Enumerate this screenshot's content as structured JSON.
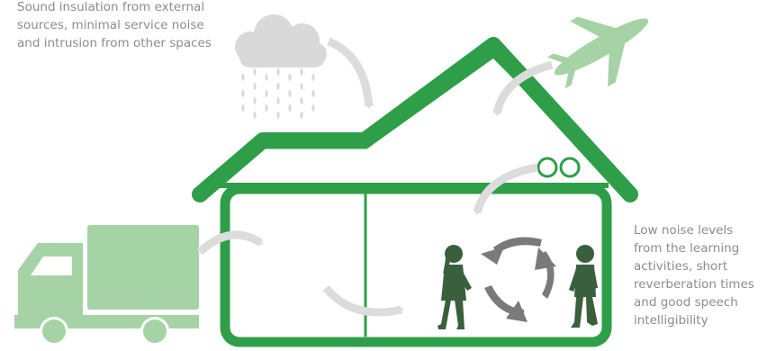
{
  "captions": {
    "external": [
      "Sound insulation from external",
      "sources, minimal service noise",
      "and intrusion from other spaces"
    ],
    "internal": [
      "Low noise levels",
      "from the learning",
      "activities, short",
      "reverberation times",
      "and good speech",
      "intelligibility"
    ]
  },
  "colors": {
    "house": "#2e9e48",
    "light_green": "#a6d3a6",
    "rain_cloud": "#d9d9d9",
    "arrow_grey": "#dcdcdc",
    "cycle_arrow": "#7a7a7a",
    "children": "#3a5f3c",
    "caption_text": "#8c8c8c"
  },
  "icons": [
    "rain-cloud-icon",
    "airplane-icon",
    "truck-icon",
    "ventilation-fan-icon",
    "child-girl-icon",
    "child-boy-icon"
  ]
}
